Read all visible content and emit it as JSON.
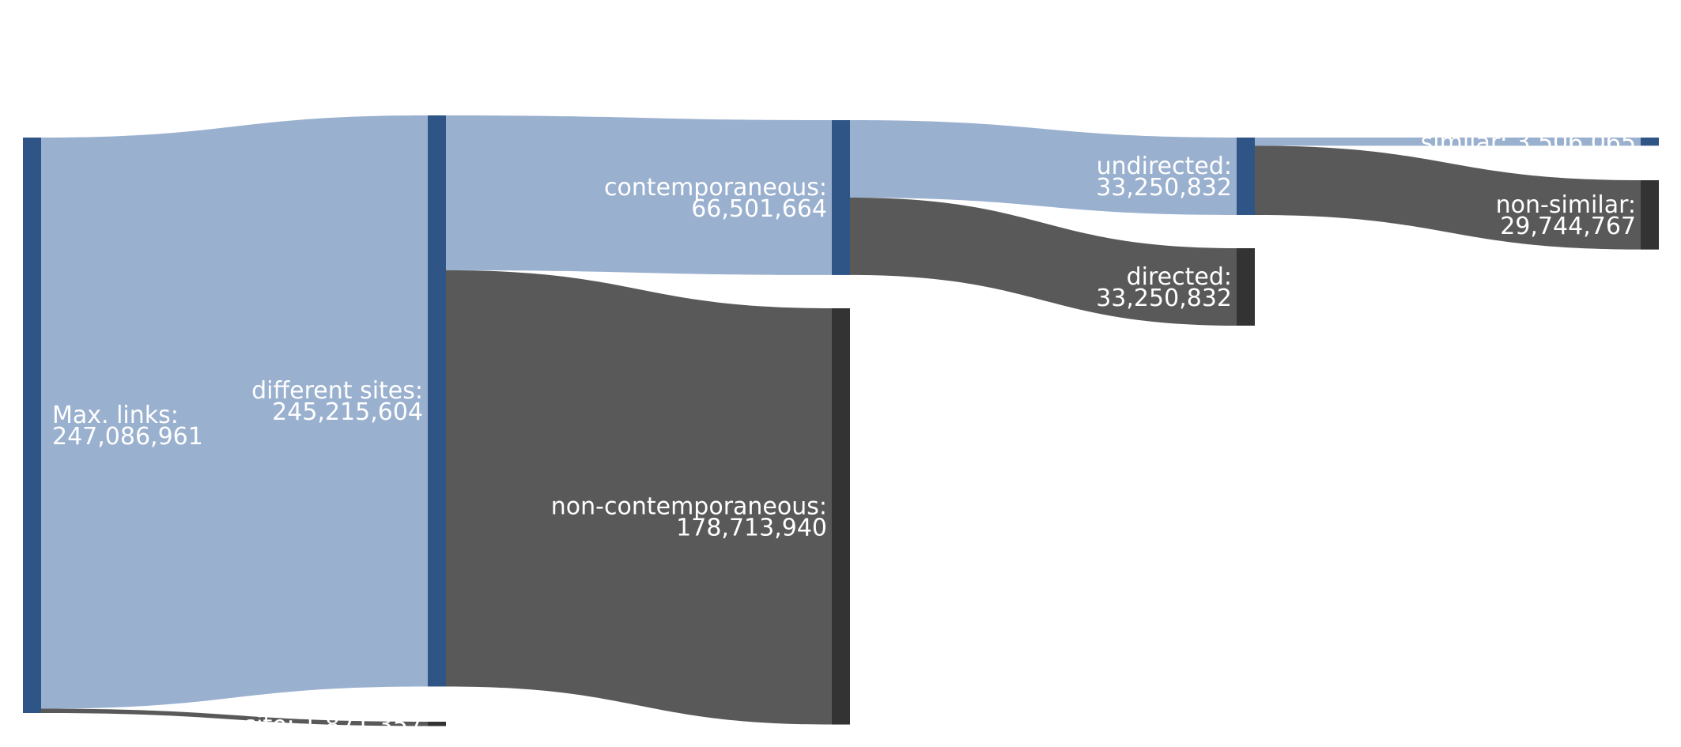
{
  "chart_data": {
    "type": "sankey",
    "colors": {
      "pass_node": "#2f5586",
      "fail_node": "#333333",
      "pass_flow": "#9ab0cf",
      "fail_flow": "#595959",
      "label": "#ffffff"
    },
    "nodes": [
      {
        "id": "max",
        "name": "Max. links:",
        "value_text": "247,086,961",
        "value": 247086961,
        "kind": "pass"
      },
      {
        "id": "diff",
        "name": "different sites:",
        "value_text": "245,215,604",
        "value": 245215604,
        "kind": "pass"
      },
      {
        "id": "same",
        "name": "same site:",
        "value_text": "1,871,357",
        "value": 1871357,
        "kind": "fail"
      },
      {
        "id": "cont",
        "name": "contemporaneous:",
        "value_text": "66,501,664",
        "value": 66501664,
        "kind": "pass"
      },
      {
        "id": "noncont",
        "name": "non-contemporaneous:",
        "value_text": "178,713,940",
        "value": 178713940,
        "kind": "fail"
      },
      {
        "id": "undir",
        "name": "undirected:",
        "value_text": "33,250,832",
        "value": 33250832,
        "kind": "pass"
      },
      {
        "id": "dir",
        "name": "directed:",
        "value_text": "33,250,832",
        "value": 33250832,
        "kind": "fail"
      },
      {
        "id": "sim",
        "name": "similar:",
        "value_text": "3,506,065",
        "value": 3506065,
        "kind": "pass"
      },
      {
        "id": "nonsim",
        "name": "non-similar:",
        "value_text": "29,744,767",
        "value": 29744767,
        "kind": "fail"
      }
    ],
    "links": [
      {
        "source": "max",
        "target": "diff",
        "value": 245215604
      },
      {
        "source": "max",
        "target": "same",
        "value": 1871357
      },
      {
        "source": "diff",
        "target": "cont",
        "value": 66501664
      },
      {
        "source": "diff",
        "target": "noncont",
        "value": 178713940
      },
      {
        "source": "cont",
        "target": "undir",
        "value": 33250832
      },
      {
        "source": "cont",
        "target": "dir",
        "value": 33250832
      },
      {
        "source": "undir",
        "target": "sim",
        "value": 3506065
      },
      {
        "source": "undir",
        "target": "nonsim",
        "value": 29744767
      }
    ]
  }
}
